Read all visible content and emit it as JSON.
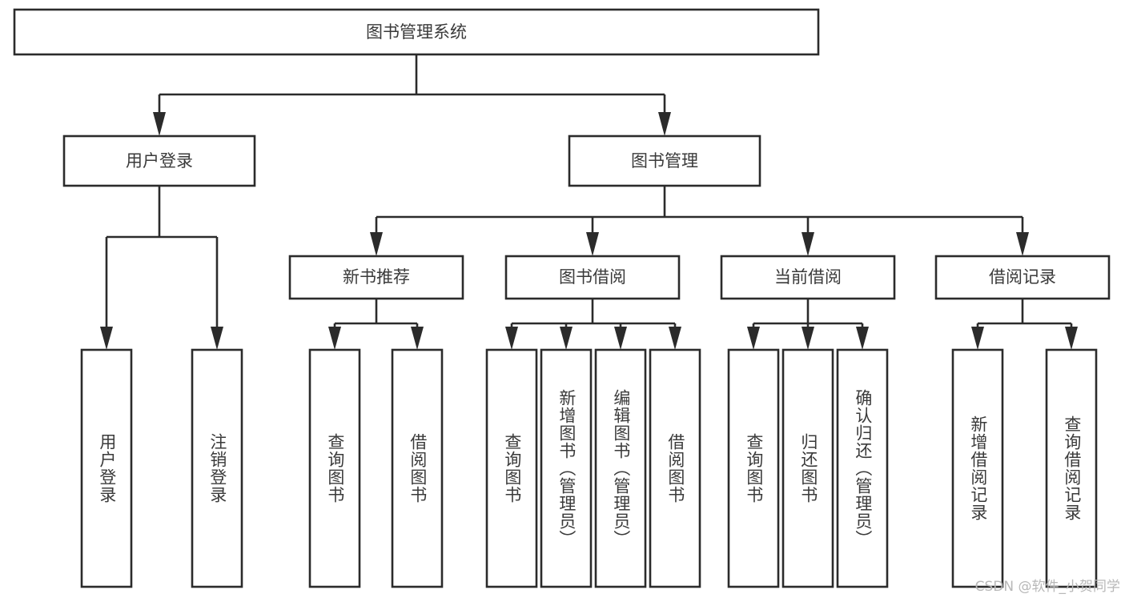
{
  "diagram": {
    "type": "tree",
    "title": "图书管理系统",
    "watermark": "CSDN @软件_小贺同学",
    "colors": {
      "box_stroke": "#2b2b2b",
      "box_fill": "#ffffff",
      "text": "#3a3a3a",
      "background": "#ffffff",
      "watermark": "#b8b8b8"
    },
    "root": {
      "label": "图书管理系统"
    },
    "level2": [
      {
        "label": "用户登录"
      },
      {
        "label": "图书管理"
      }
    ],
    "level3": [
      {
        "label": "新书推荐"
      },
      {
        "label": "图书借阅"
      },
      {
        "label": "当前借阅"
      },
      {
        "label": "借阅记录"
      }
    ],
    "leaves": {
      "user_login": [
        {
          "label": "用户登录"
        },
        {
          "label": "注销登录"
        }
      ],
      "new_book_recommend": [
        {
          "label": "查询图书"
        },
        {
          "label": "借阅图书"
        }
      ],
      "book_borrow": [
        {
          "label": "查询图书"
        },
        {
          "label": "新增图书（管理员）"
        },
        {
          "label": "编辑图书（管理员）"
        },
        {
          "label": "借阅图书"
        }
      ],
      "current_borrow": [
        {
          "label": "查询图书"
        },
        {
          "label": "归还图书"
        },
        {
          "label": "确认归还（管理员）"
        }
      ],
      "borrow_record": [
        {
          "label": "新增借阅记录"
        },
        {
          "label": "查询借阅记录"
        }
      ]
    }
  }
}
